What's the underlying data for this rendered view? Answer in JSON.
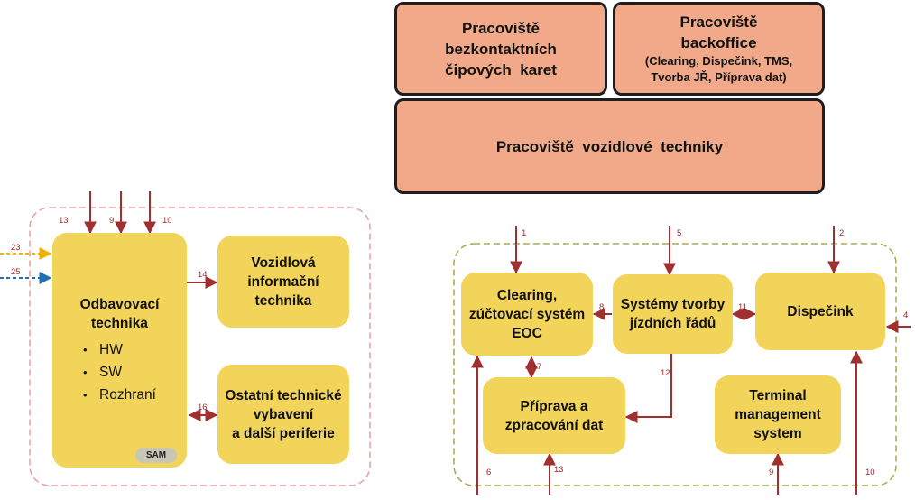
{
  "top": {
    "card_workplace": [
      "Pracoviště",
      "bezkontaktních",
      "čipových  karet"
    ],
    "backoffice_title": [
      "Pracoviště",
      "backoffice"
    ],
    "backoffice_sub": [
      "(Clearing, Dispečink, TMS,",
      "Tvorba JŘ, Příprava dat)"
    ],
    "vehicle_workplace": "Pracoviště  vozidlové  techniky"
  },
  "left": {
    "validator_title": [
      "Odbavovací",
      "technika"
    ],
    "validator_items": [
      "HW",
      "SW",
      "Rozhraní"
    ],
    "sam": "SAM",
    "info_tech": [
      "Vozidlová",
      "informační",
      "technika"
    ],
    "other_tech": [
      "Ostatní technické",
      "vybavení",
      "a další periferie"
    ]
  },
  "right": {
    "clearing": [
      "Clearing,",
      "zúčtovací systém",
      "EOC"
    ],
    "timetable": [
      "Systémy tvorby",
      "jízdních řádů"
    ],
    "dispatch": "Dispečink",
    "data_prep": [
      "Příprava a",
      "zpracování dat"
    ],
    "tms": [
      "Terminal",
      "management",
      "system"
    ]
  },
  "labels": {
    "l13": "13",
    "l9": "9",
    "l10": "10",
    "l23": "23",
    "l25": "25",
    "l14": "14",
    "l16": "16",
    "r1": "1",
    "r5": "5",
    "r2": "2",
    "r4": "4",
    "r8": "8",
    "r11": "11",
    "r7": "7",
    "r12": "12",
    "r6": "6",
    "r13": "13",
    "r9": "9",
    "r10": "10"
  },
  "colors": {
    "arrow": "#a0302f",
    "salmon": "#f1a98a",
    "yellow": "#f2d45a",
    "left_dash": "#e8a0a0",
    "right_dash": "#a8a84a",
    "orange": "#f0b400",
    "blue": "#1f6fb5"
  }
}
